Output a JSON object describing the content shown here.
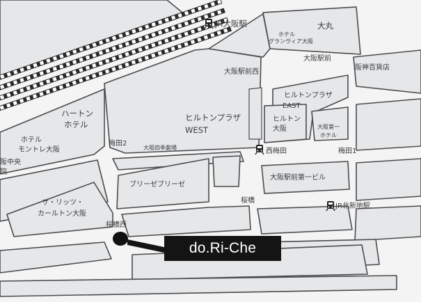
{
  "map": {
    "stations": {
      "jr_osaka": "JR大阪駅",
      "nishi_umeda": "西梅田",
      "jr_kitashinchi": "JR北新地駅"
    },
    "buildings": {
      "daimaru": "大丸",
      "hotel_granvia_line1": "ホテル",
      "hotel_granvia_line2": "グランヴィア大阪",
      "osaka_ekimae": "大阪駅前",
      "hanshin": "阪神百貨店",
      "osaka_ekimae_nishi": "大阪駅前西",
      "hilton_east_line1": "ヒルトンプラザ",
      "hilton_east_line2": "EAST",
      "hilton_osaka_line1": "ヒルトン",
      "hilton_osaka_line2": "大阪",
      "osaka_daiichi_line1": "大阪第一",
      "osaka_daiichi_line2": "ホテル",
      "hearton_line1": "ハートン",
      "hearton_line2": "ホテル",
      "hilton_west_line1": "ヒルトンプラザ",
      "hilton_west_line2": "WEST",
      "monterey_line1": "ホテル",
      "monterey_line2": "モントレ大阪",
      "chuo_line1": "阪中央",
      "chuo_line2": "院",
      "shiki_theatre": "大阪四季劇場",
      "breeze": "ブリーゼブリーゼ",
      "osaka_ekimae_dai1": "大阪駅前第一ビル",
      "ritz_line1": "ザ・リッツ・",
      "ritz_line2": "カールトン大阪"
    },
    "areas": {
      "umeda2": "梅田2",
      "umeda1": "梅田1",
      "sakurabashi": "桜橋",
      "sakurabashi_nishi": "桜橋西"
    },
    "callout": {
      "label": "do.Ri-Che",
      "marker_icon": "location-dot-icon"
    },
    "icons": {
      "station": "train-icon"
    },
    "colors": {
      "background": "#e6e7e9",
      "road": "#ffffff",
      "block": "#e6e7e9",
      "outline": "#4a4b4d",
      "callout_bg": "#141414",
      "callout_text": "#ffffff"
    }
  }
}
